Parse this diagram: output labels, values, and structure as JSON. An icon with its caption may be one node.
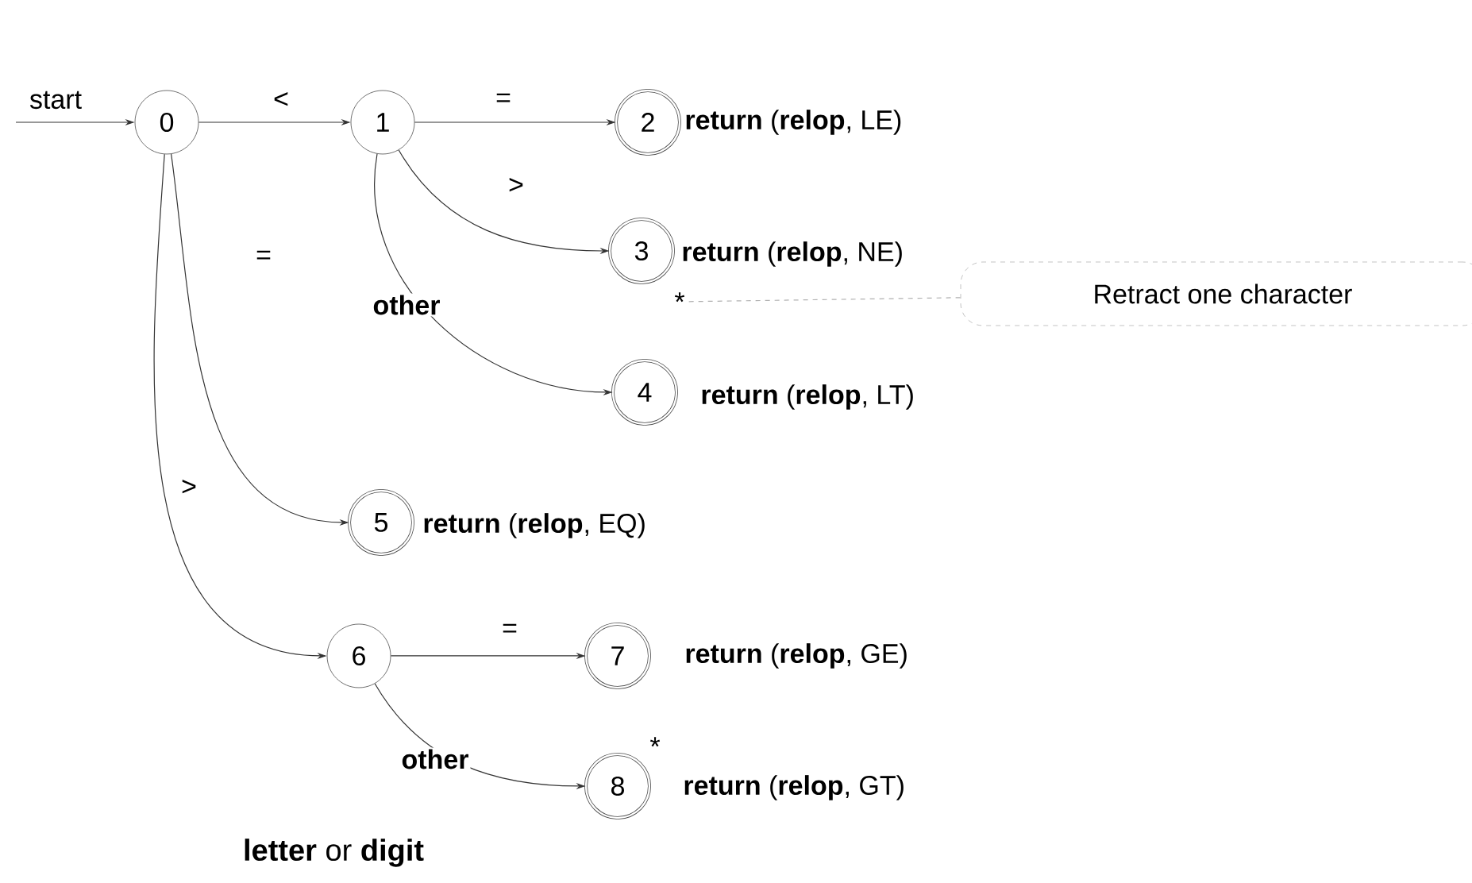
{
  "diagram": {
    "nodes": [
      {
        "text": [
          "0"
        ]
      },
      {
        "text": [
          "1"
        ]
      },
      {
        "text": [
          "2"
        ],
        "beside": [
          "**return** (**relop**, LE)"
        ]
      },
      {
        "text": [
          "3"
        ],
        "beside": [
          "**return** (**relop**, NE)"
        ]
      },
      {
        "text": [
          "4"
        ],
        "beside": [
          "**return** (**relop**, LT)"
        ]
      },
      {
        "text": [
          "5"
        ],
        "beside": [
          "**return** (**relop**, EQ)"
        ]
      },
      {
        "text": [
          "6"
        ]
      },
      {
        "text": [
          "7"
        ],
        "beside": [
          "**return** (**relop**, GE)"
        ]
      },
      {
        "text": [
          "8"
        ],
        "beside": [
          "*",
          "**return** (**relop**, GT)"
        ]
      },
      {
        "text": [
          "*"
        ]
      },
      {
        "text": [
          "Retract one character"
        ]
      }
    ],
    "edges": [
      {
        "from": null,
        "to": 0,
        "arrow": "to",
        "label": "start"
      },
      {
        "from": 0,
        "to": 1,
        "arrow": "to",
        "label": "<"
      },
      {
        "from": 1,
        "to": 2,
        "arrow": "to",
        "label": "="
      },
      {
        "from": 1,
        "to": 3,
        "arrow": "to",
        "label": ">"
      },
      {
        "from": 1,
        "to": 4,
        "arrow": "to",
        "label": "other"
      },
      {
        "from": 0,
        "to": 5,
        "arrow": "to",
        "label": "="
      },
      {
        "from": 0,
        "to": 6,
        "arrow": "to",
        "label": ">"
      },
      {
        "from": 6,
        "to": 7,
        "arrow": "to",
        "label": "="
      },
      {
        "from": 6,
        "to": 8,
        "arrow": "to",
        "label": "other"
      },
      {
        "from": 10,
        "to": 9,
        "arrow": "none",
        "style": "dashed",
        "color": "#b0b0b0"
      }
    ],
    "labels": [
      "**letter** or **digit**"
    ]
  }
}
